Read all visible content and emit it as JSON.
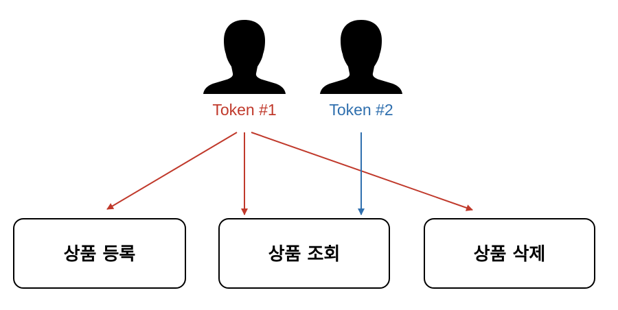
{
  "colors": {
    "token1": "#c0392b",
    "token2": "#2f6fae",
    "person": "#000000",
    "box_border": "#000000"
  },
  "users": [
    {
      "icon": "person-silhouette-icon",
      "token_label": "Token #1"
    },
    {
      "icon": "person-silhouette-icon",
      "token_label": "Token #2"
    }
  ],
  "boxes": [
    {
      "label": "상품 등록"
    },
    {
      "label": "상품 조회"
    },
    {
      "label": "상품 삭제"
    }
  ],
  "connections": [
    {
      "from": "Token #1",
      "to": "상품 등록"
    },
    {
      "from": "Token #1",
      "to": "상품 조회"
    },
    {
      "from": "Token #1",
      "to": "상품 삭제"
    },
    {
      "from": "Token #2",
      "to": "상품 조회"
    }
  ]
}
